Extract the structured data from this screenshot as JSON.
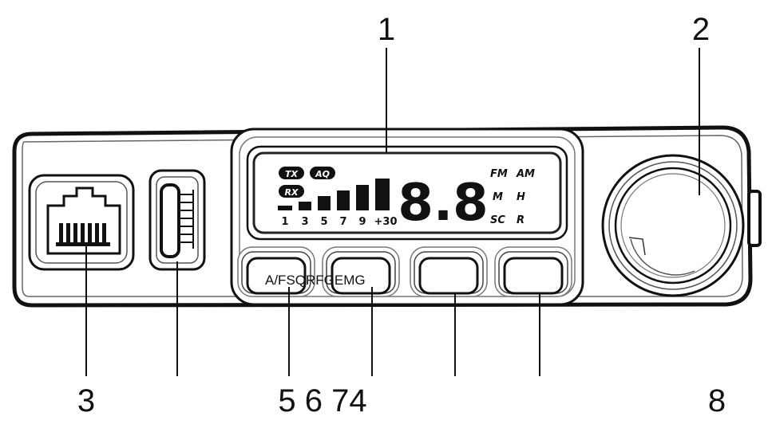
{
  "callouts": {
    "c1": "1",
    "c2": "2",
    "c3": "3",
    "c4": "5 6 74",
    "c8": "8"
  },
  "display": {
    "tx": "TX",
    "aq": "AQ",
    "rx": "RX",
    "digits": "8.8",
    "fm": "FM",
    "am": "AM",
    "m": "M",
    "h": "H",
    "sc": "SC",
    "r": "R",
    "scale": [
      "1",
      "3",
      "5",
      "7",
      "9",
      "+30"
    ]
  },
  "buttons": {
    "b1": "A/FSQRFGEMG"
  }
}
